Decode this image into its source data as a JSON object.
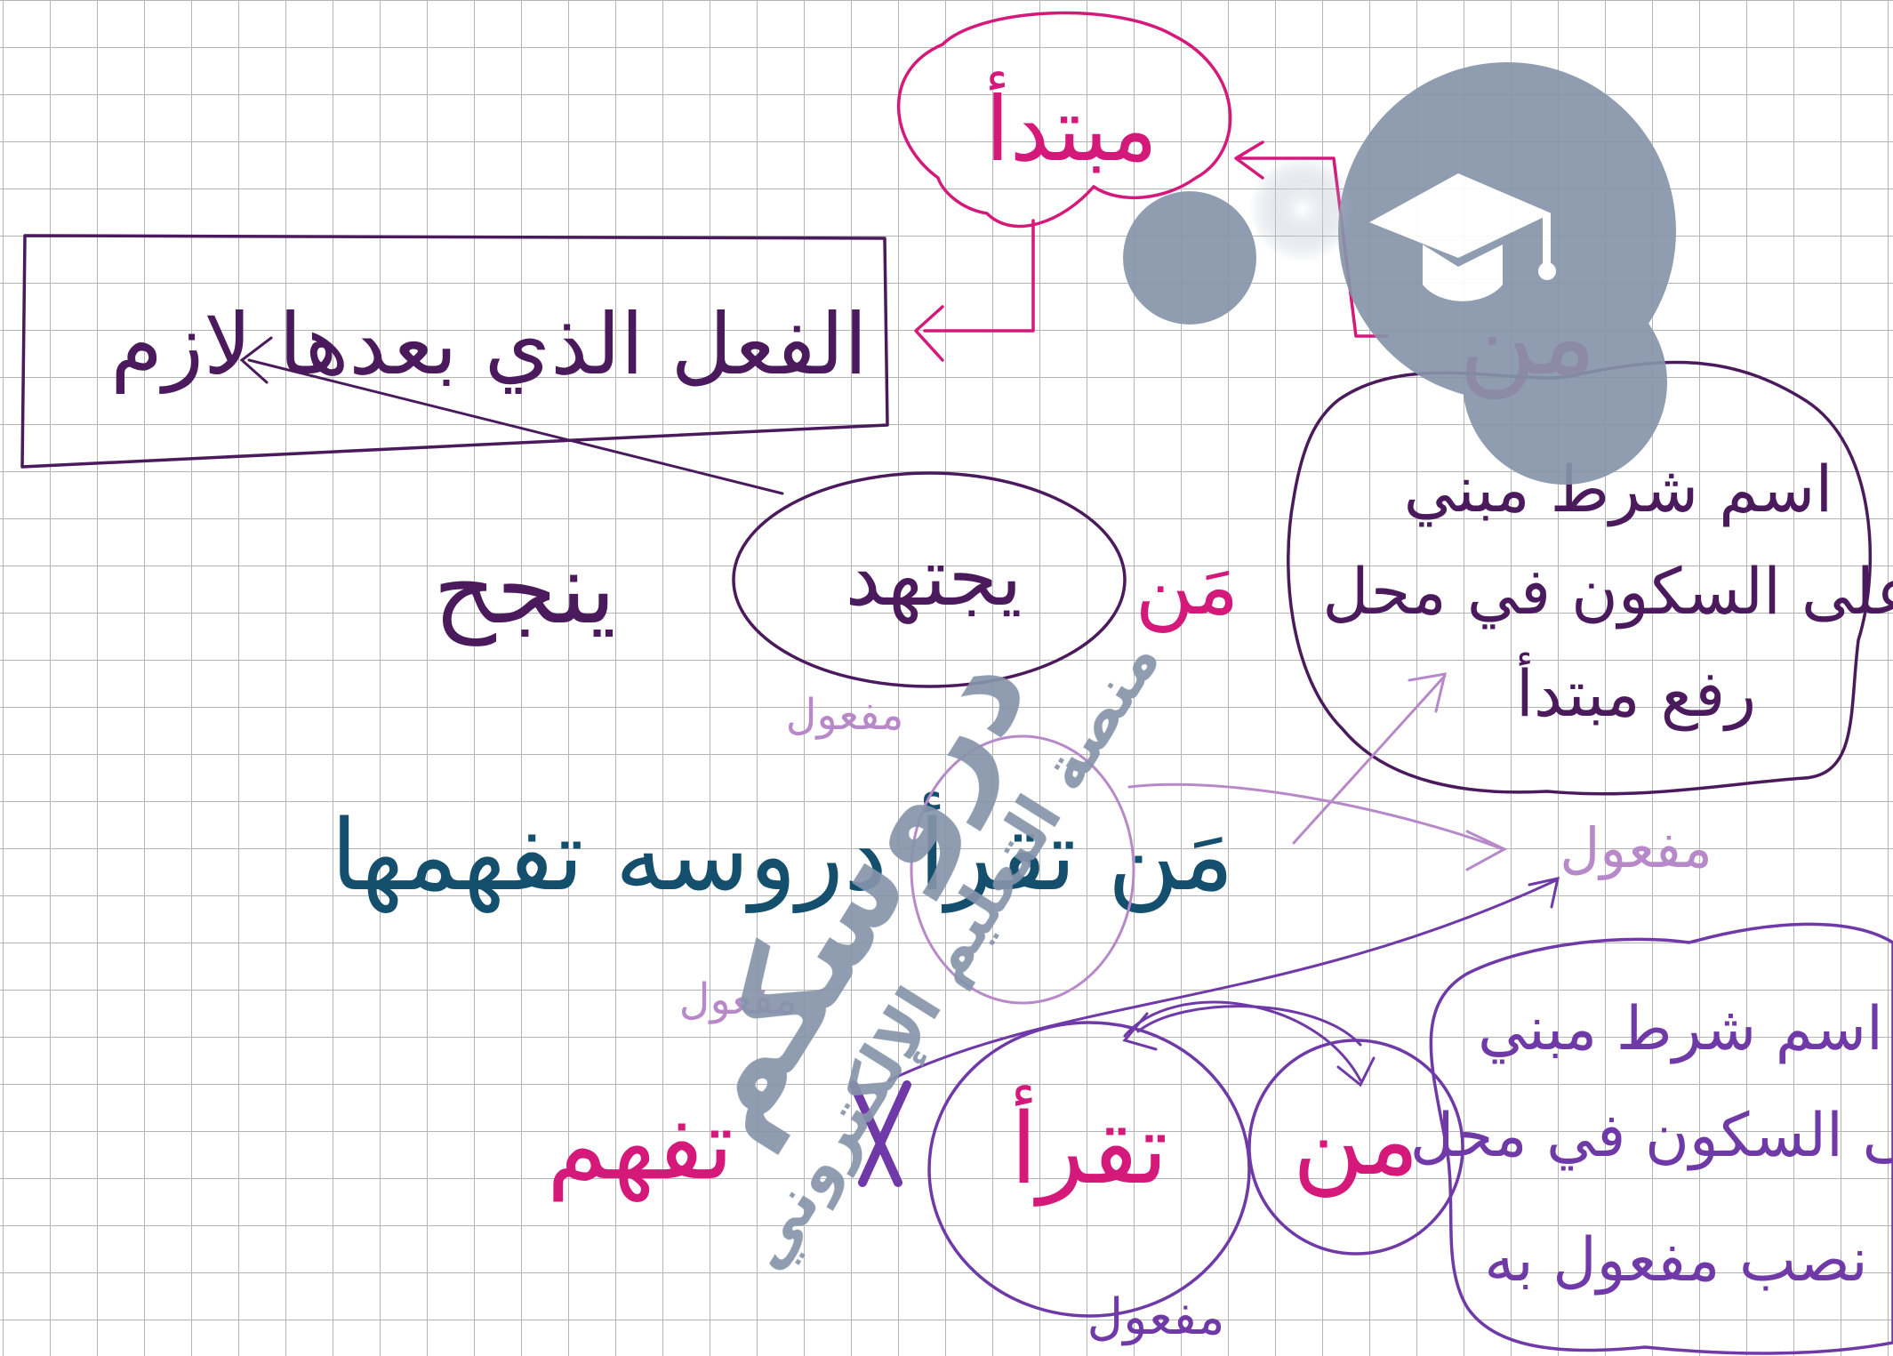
{
  "texts": {
    "mubtada_top": "مبتدأ",
    "fiil_lazim": "الفعل الذي بعدها لازم",
    "man_top": "من",
    "note_top_1": "اسم شرط مبني",
    "note_top_2": "على السكون في محل",
    "note_top_3": "رفع مبتدأ",
    "yajtahid": "يجتهد",
    "yanjah": "ينجح",
    "man_middle": "مَن",
    "sentence_blue": "مَن تقرأ دروسه تفهمها",
    "mafool_label": "مفعول",
    "mafool_right": "مفعول",
    "note_bottom_1": "اسم شرط مبني",
    "note_bottom_2": "على السكون في محل",
    "note_bottom_3": "نصب مفعول به",
    "man_bottom": "من",
    "taqra": "تقرأ",
    "tafham": "تفهم",
    "mafool_bottom": "مفعول",
    "watermark_title": "دروسكم",
    "watermark_subtitle": "منصة التعليم الإلكتروني"
  },
  "colors": {
    "grid": "#b5b5b5",
    "ink_purple_dark": "#4a1a5c",
    "ink_magenta": "#d4197a",
    "ink_teal": "#154f6e",
    "ink_violet": "#6f3aa8",
    "ink_lilac": "#b889c9",
    "watermark": "#8795ab"
  },
  "icons": {
    "watermark_logo": "graduation-cap-icon",
    "strike_mark": "x-mark-icon"
  }
}
